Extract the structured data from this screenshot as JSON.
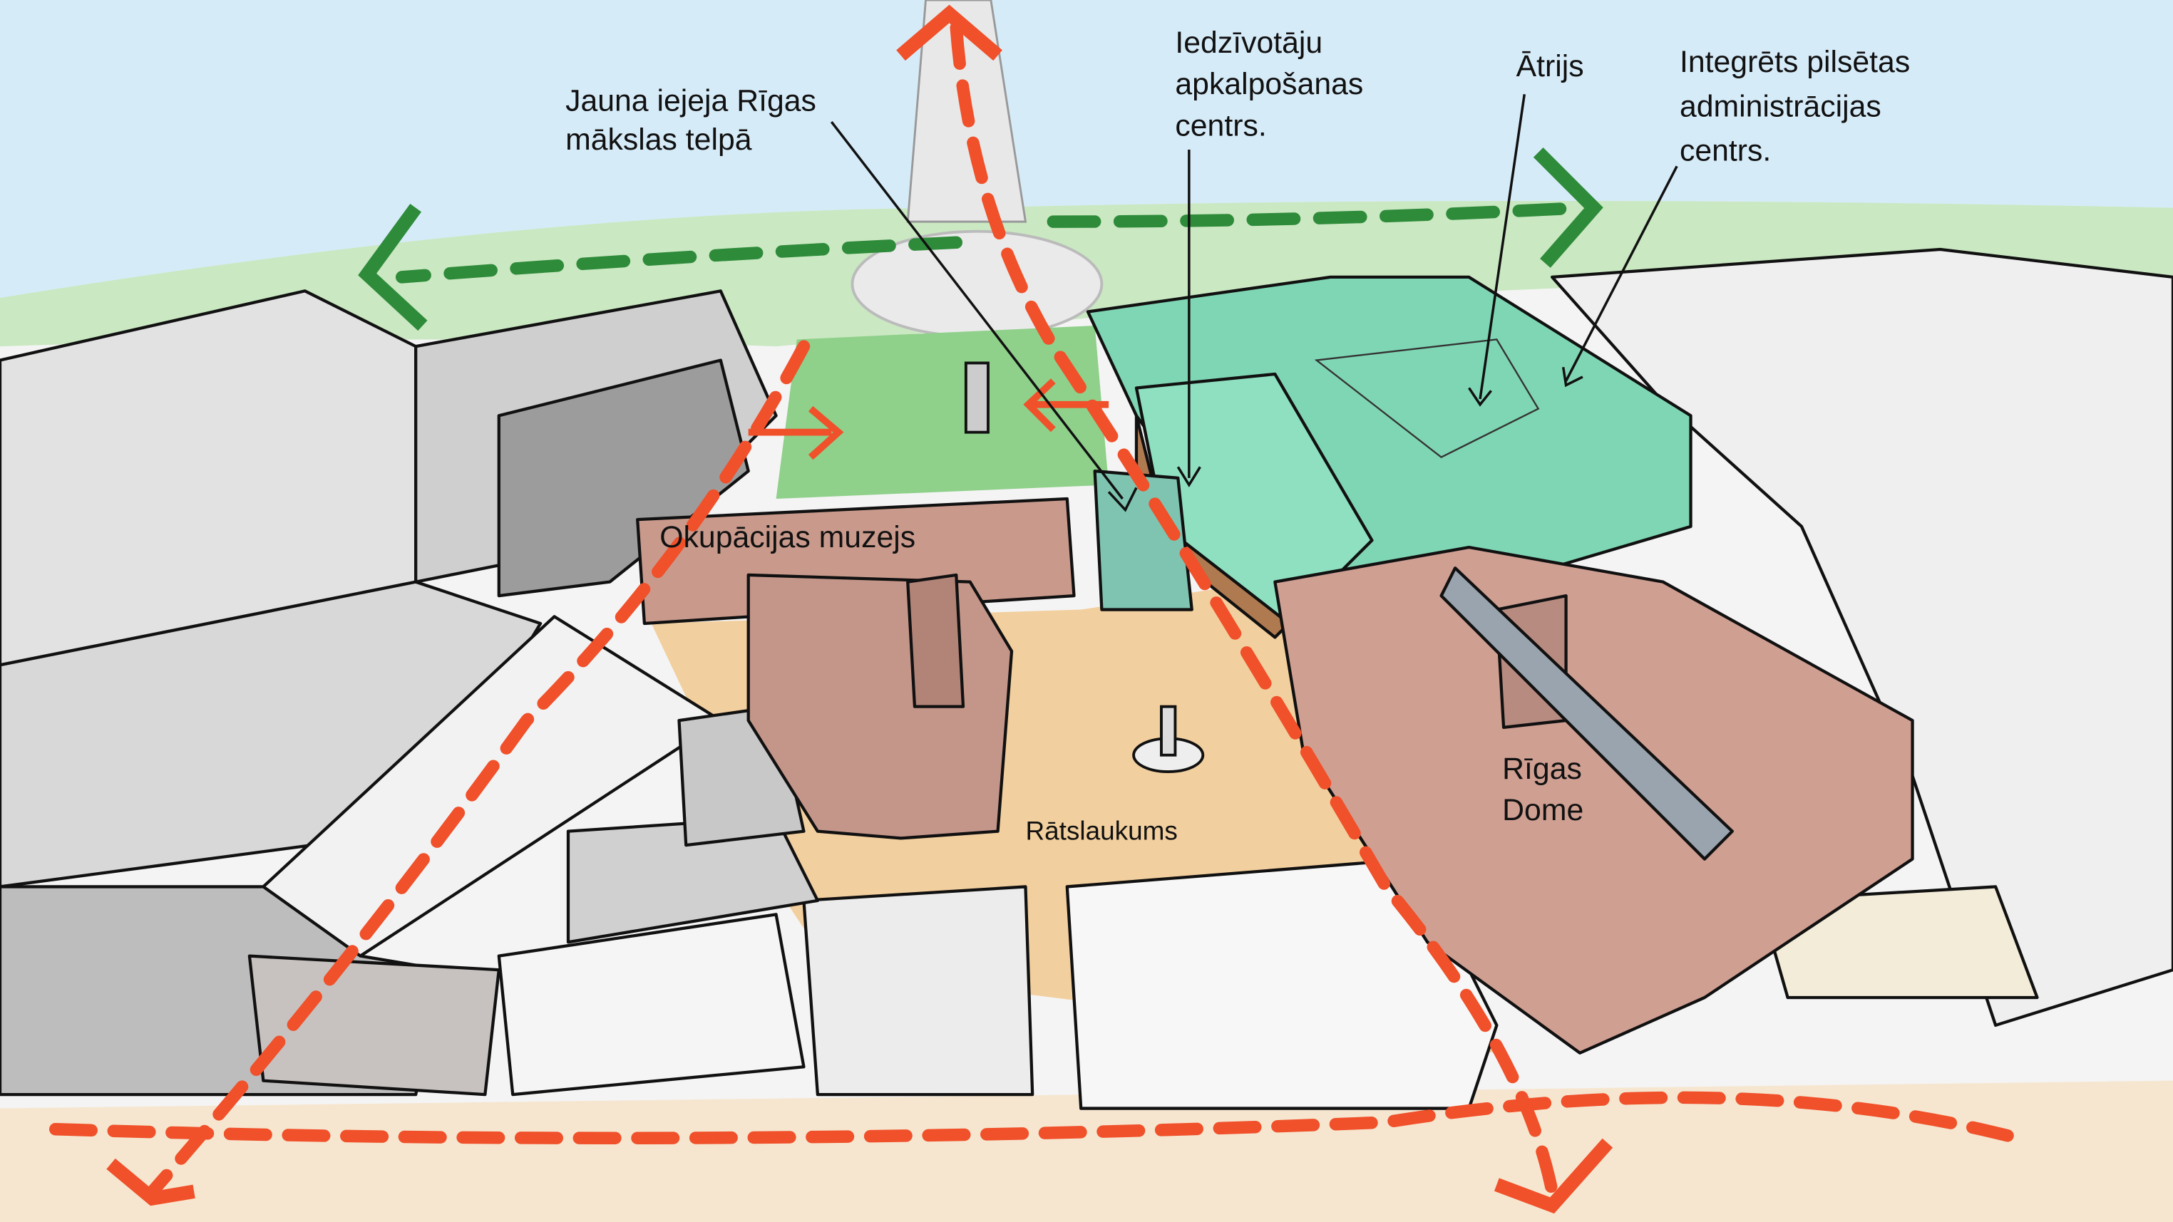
{
  "labels": {
    "new_entrance": [
      "Jauna iejeja Rīgas",
      "mākslas telpā"
    ],
    "service_centre": [
      "Iedzīvotāju",
      "apkalpošanas",
      "centrs."
    ],
    "atrium": "Ātrijs",
    "admin_centre": [
      "Integrēts pilsētas",
      "administrācijas",
      "centrs."
    ],
    "occupation_museum": "Okupācijas muzejs",
    "town_hall_square": "Rātslaukums",
    "city_council": [
      "Rīgas",
      "Dome"
    ]
  },
  "colors": {
    "sky": "#d6ebf8",
    "park": "#8fd08a",
    "square": "#f2cf9e",
    "new_building": "#7fd6b4",
    "historic_building": "#c99a8c",
    "other_building": "#e6e6e6",
    "pedestrian_route": "#f0502a",
    "green_route": "#2e8b3a"
  }
}
